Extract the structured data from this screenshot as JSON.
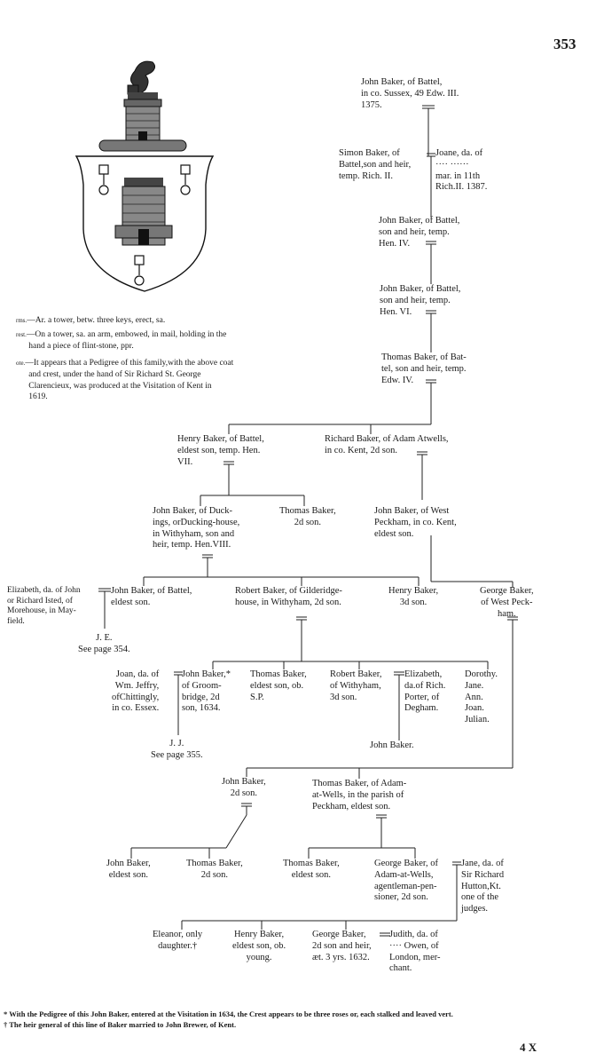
{
  "page": {
    "number": "353",
    "signature": "4 X"
  },
  "arms_notes": [
    {
      "label": "rms.",
      "text": "Ar. a tower, betw. three keys, erect, sa."
    },
    {
      "label": "rest.",
      "text": "On a tower, sa. an arm, embowed, in mail, holding in the\n      hand a piece of flint-stone, ppr."
    },
    {
      "label": "ote.",
      "text": "It appears that a Pedigree of this family,with the above coat\n      and crest, under the hand of Sir Richard St. George\n      Clarencieux, was produced at the Visitation of Kent in\n      1619."
    }
  ],
  "pedigree": {
    "john_baker_1375": "John Baker, of Battel,\nin co. Sussex, 49 Edw. III.\n1375.",
    "simon": "Simon Baker, of\nBattel,son and heir,\ntemp. Rich. II.",
    "joane": "Joane, da. of\n···· ······\nmar. in 11th\nRich.II. 1387.",
    "john_hen4": "John Baker, of Battel,\nson and heir, temp.\nHen. IV.",
    "john_hen6": "John Baker, of Battel,\nson and heir, temp.\nHen. VI.",
    "thomas_edw4": "Thomas Baker, of Bat-\ntel, son and heir, temp.\nEdw. IV.",
    "henry_hen7": "Henry Baker, of Battel,\neldest son, temp. Hen.\nVII.",
    "richard_atwells": "Richard Baker, of Adam Atwells,\nin co. Kent, 2d son.",
    "john_duckings": "John Baker, of Duck-\nings, orDucking-house,\nin Withyham, son and\nheir, temp. Hen.VIII.",
    "thomas_2d": "Thomas Baker,\n2d son.",
    "john_west_peckham": "John Baker, of West\nPeckham, in co. Kent,\neldest son.",
    "elizabeth_isted": "Elizabeth, da. of John\nor Richard Isted, of\nMorehouse, in May-\nfield.",
    "john_battel_eldest": "John Baker, of Battel,\neldest son.",
    "robert_gilderidge": "Robert Baker, of Gilderidge-\nhouse, in Withyham, 2d son.",
    "henry_3d": "Henry Baker,\n3d son.",
    "george_west_peckham": "George Baker,\nof West Peck-\nham.",
    "je_ref": "J. E.\nSee page 354.",
    "joan_jeffry": "Joan, da. of\nWm. Jeffry,\nofChittingly,\nin co. Essex.",
    "john_groombridge": "John Baker,*\nof Groom-\nbridge, 2d\nson, 1634.",
    "thomas_sp": "Thomas Baker,\neldest son, ob.\nS.P.",
    "robert_withyham": "Robert Baker,\nof Withyham,\n3d son.",
    "elizabeth_porter": "Elizabeth,\nda.of Rich.\nPorter, of\nDegham.",
    "daughters": "Dorothy.\nJane.\nAnn.\nJoan.\nJulian.",
    "john_baker_child": "John Baker.",
    "jj_ref": "J. J.\nSee page 355.",
    "john_2d": "John Baker,\n2d son.",
    "thomas_adam_wells": "Thomas Baker, of Adam-\nat-Wells, in the parish of\nPeckham, eldest son.",
    "john_eldest": "John Baker,\neldest son.",
    "thomas_2d_b": "Thomas Baker,\n2d son.",
    "thomas_eldest": "Thomas Baker,\neldest son.",
    "george_pensioner": "George Baker, of\nAdam-at-Wells,\nagentleman-pen-\nsioner, 2d son.",
    "jane_hutton": "Jane, da. of\nSir Richard\nHutton,Kt.\none of the\njudges.",
    "eleanor": "Eleanor, only\ndaughter.†",
    "henry_ob_young": "Henry Baker,\neldest son, ob.\nyoung.",
    "george_1632": "George Baker,\n2d son and heir,\næt. 3 yrs. 1632.",
    "judith_owen": "Judith, da. of\n···· Owen, of\nLondon, mer-\nchant."
  },
  "footnotes": [
    "* With the Pedigree of this John Baker, entered at the Visitation in 1634, the Crest appears to be three roses or, each stalked and leaved vert.",
    "† The heir general of this line of Baker married to John Brewer, of Kent."
  ],
  "colors": {
    "ink": "#1a1a1a",
    "paper": "#ffffff"
  }
}
